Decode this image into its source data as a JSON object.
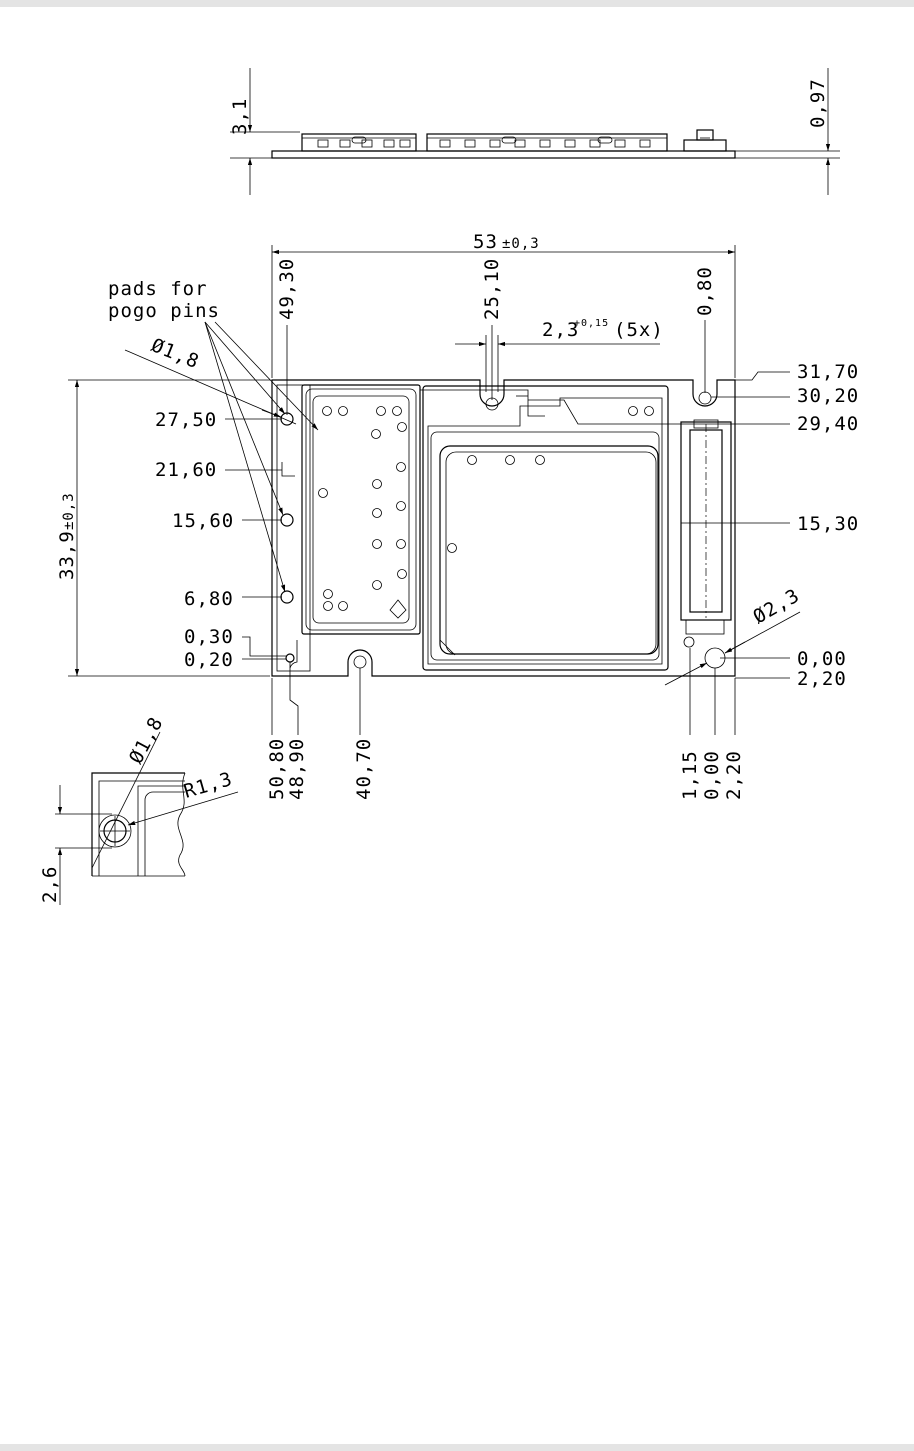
{
  "side_view": {
    "height_total": "3,1",
    "pcb_thickness": "0,97"
  },
  "top_view": {
    "width": "53",
    "width_tol": "±0,3",
    "height": "33,9",
    "height_tol": "±0,3",
    "note_line1": "pads for",
    "note_line2": "pogo pins",
    "pad_diameter": "Ø1,8",
    "left_y_labels": [
      "27,50",
      "21,60",
      "15,60",
      "6,80",
      "0,30",
      "0,20"
    ],
    "right_y_labels": [
      "31,70",
      "30,20",
      "29,40",
      "15,30",
      "0,00",
      "2,20"
    ],
    "top_x_labels": [
      "49,30",
      "25,10",
      "0,80"
    ],
    "slot_width": "2,3",
    "slot_tol": "+0,15",
    "slot_count": "(5x)",
    "hole_diameter": "Ø2,3",
    "bottom_x_labels": [
      "50,80",
      "48,90",
      "40,70",
      "1,15",
      "0,00",
      "2,20"
    ]
  },
  "detail_view": {
    "pad_diameter": "Ø1,8",
    "radius": "R1,3",
    "height": "2,6"
  }
}
